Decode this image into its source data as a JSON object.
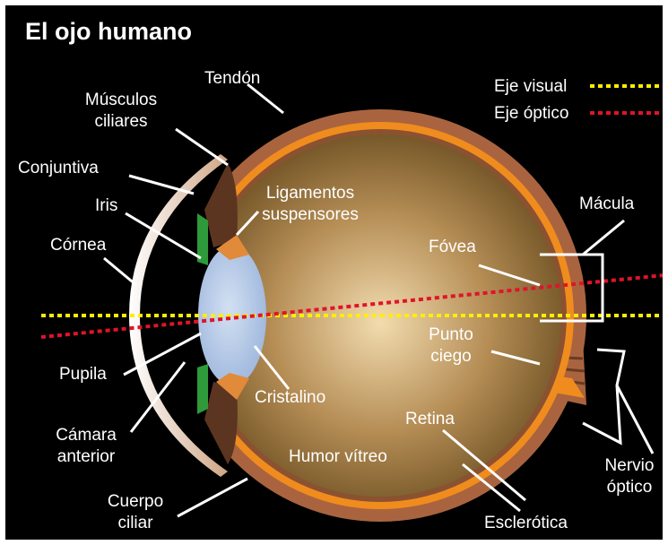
{
  "title": "El ojo humano",
  "legend": {
    "visual_axis": "Eje visual",
    "optical_axis": "Eje óptico"
  },
  "labels": {
    "tendon": "Tendón",
    "ciliary_muscles": "Músculos\nciliares",
    "conjunctiva": "Conjuntiva",
    "iris": "Iris",
    "cornea": "Córnea",
    "pupil": "Pupila",
    "anterior_chamber": "Cámara\nanterior",
    "ciliary_body": "Cuerpo\nciliar",
    "suspensory_ligaments": "Ligamentos\nsuspensores",
    "lens": "Cristalino",
    "vitreous_humor": "Humor vítreo",
    "retina": "Retina",
    "sclera": "Esclerótica",
    "fovea": "Fóvea",
    "blind_spot": "Punto\nciego",
    "macula": "Mácula",
    "optic_nerve": "Nervio\nóptico"
  },
  "colors": {
    "background": "#000000",
    "sclera": "#a9643f",
    "retina": "#f08c1e",
    "vitreous_center": "#f2dcaf",
    "vitreous_edge": "#6e5123",
    "lens": "#9eb7dd",
    "iris": "#2e9a3a",
    "visual_axis": "#ffee00",
    "optical_axis": "#e0142a"
  }
}
